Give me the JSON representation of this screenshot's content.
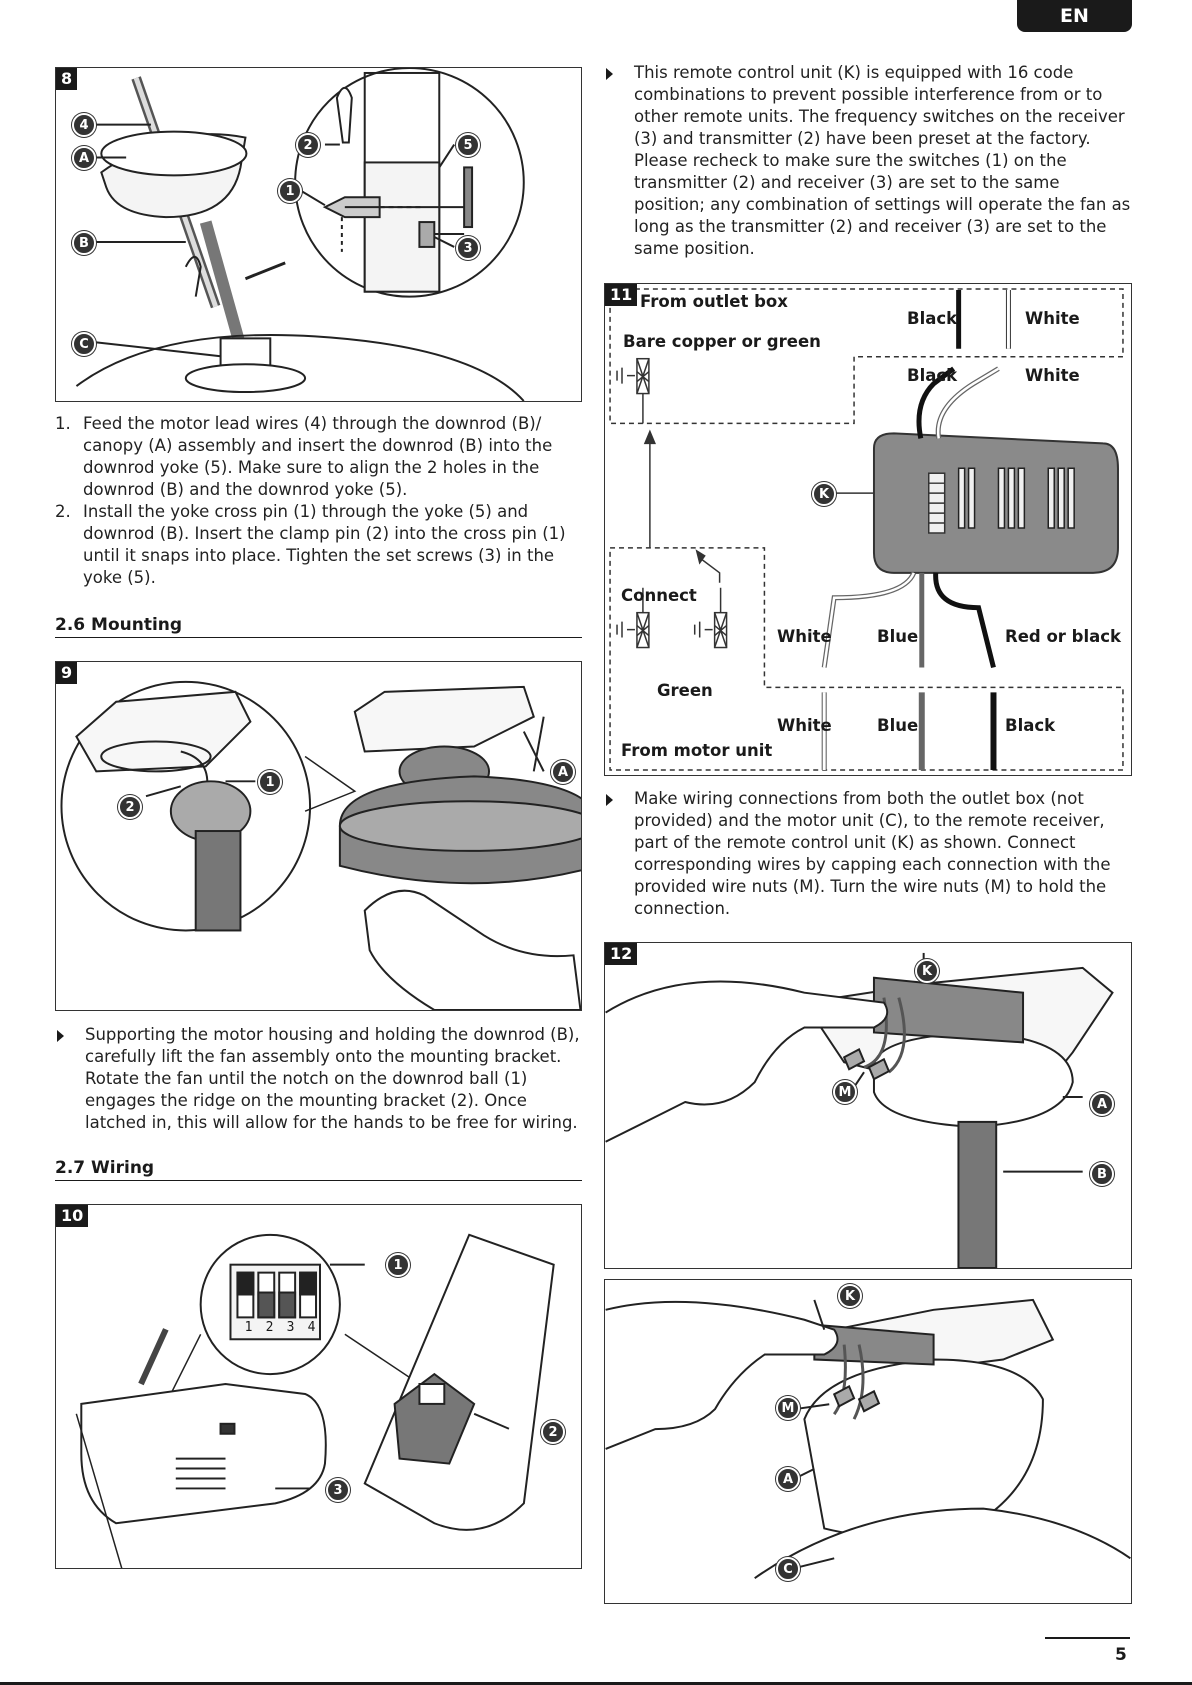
{
  "header": {
    "lang": "EN"
  },
  "figures": {
    "f8": {
      "num": "8",
      "callouts": [
        "4",
        "A",
        "B",
        "C",
        "2",
        "1",
        "5",
        "3"
      ]
    },
    "f9": {
      "num": "9",
      "callouts": [
        "1",
        "2",
        "A"
      ]
    },
    "f10": {
      "num": "10",
      "callouts": [
        "1",
        "2",
        "3"
      ],
      "switch_numbers": [
        "1",
        "2",
        "3",
        "4"
      ]
    },
    "f11": {
      "num": "11",
      "labels": {
        "outlet_box": "From outlet box",
        "bare_copper": "Bare copper or green",
        "black_top": "Black",
        "white_top": "White",
        "black_mid": "Black",
        "white_mid": "White",
        "connect": "Connect",
        "green": "Green",
        "white_low": "White",
        "blue_low": "Blue",
        "red_black": "Red or black",
        "white_bot": "White",
        "blue_bot": "Blue",
        "black_bot": "Black",
        "motor_unit": "From motor unit"
      },
      "callouts": [
        "K"
      ]
    },
    "f12": {
      "num": "12",
      "callouts": [
        "K",
        "M",
        "A",
        "B"
      ]
    },
    "f13": {
      "callouts": [
        "K",
        "M",
        "A",
        "C"
      ]
    }
  },
  "left": {
    "steps": [
      {
        "n": "1.",
        "text": "Feed the motor lead wires (4) through the downrod (B)/ canopy (A) assembly and insert the downrod (B) into the downrod yoke (5). Make sure to align the 2 holes in the downrod (B) and the downrod yoke (5)."
      },
      {
        "n": "2.",
        "text": "Install the yoke cross pin (1) through the yoke (5) and downrod (B). Insert the clamp pin (2) into the cross pin (1) until it snaps into place. Tighten the set screws (3) in the yoke (5)."
      }
    ],
    "section_mounting": "2.6 Mounting",
    "mounting_text": "Supporting the motor housing and holding the downrod (B), carefully lift the fan assembly onto the mounting bracket. Rotate the fan until the notch on the downrod ball (1) engages the ridge on the mounting bracket (2). Once latched in, this will allow for the hands to be free for wiring.",
    "section_wiring": "2.7 Wiring"
  },
  "right": {
    "remote_text": "This remote control unit (K) is equipped with 16 code combinations to prevent possible interference from or to other remote units. The frequency switches on the receiver (3) and transmitter (2) have been preset at the factory. Please recheck to make sure the switches (1) on the transmitter (2) and receiver (3) are set to the same position; any combination of settings will operate the fan as long as the transmitter (2) and receiver (3) are set to the same position.",
    "wiring_text": "Make wiring connections from both the outlet box (not provided) and the motor unit (C), to the remote receiver, part of the remote control unit (K) as shown. Connect corresponding wires by capping each connection with the provided wire nuts (M). Turn the wire nuts (M) to hold the connection."
  },
  "footer": {
    "page": "5"
  }
}
